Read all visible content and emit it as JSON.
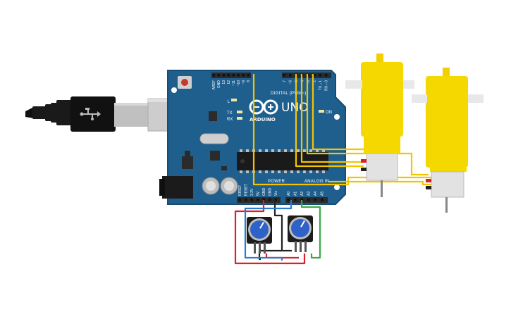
{
  "board": {
    "logo_text": "ARDUINO",
    "model": "UNO",
    "on_label": "ON",
    "l_label": "L",
    "tx_label": "TX",
    "rx_label": "RX",
    "digital_header": "DIGITAL (PWM~)",
    "power_header": "POWER",
    "analog_header": "ANALOG IN",
    "top_pins": [
      "AREF",
      "GND",
      "13",
      "12",
      "~11",
      "~10",
      "~9",
      "8",
      "7",
      "~6",
      "~5",
      "4",
      "~3",
      "2",
      "TX→1",
      "RX←0"
    ],
    "power_pins": [
      "IOREF",
      "RESET",
      "3.3V",
      "5V",
      "GND",
      "GND",
      "Vin"
    ],
    "analog_pins": [
      "A0",
      "A1",
      "A2",
      "A3",
      "A4",
      "A5"
    ]
  },
  "colors": {
    "board": "#1f5f8e",
    "board_edge": "#174d75",
    "header": "#2b2b2b",
    "motor_yellow": "#f5d800",
    "wire_yellow": "#f4c400",
    "wire_red": "#d9202b",
    "wire_black": "#222222",
    "wire_blue": "#2b7bd0",
    "wire_green": "#3aa845",
    "pot_blue": "#2f62c8",
    "usb_silver": "#c8c8c8"
  },
  "components": {
    "motor_1": "dc-motor",
    "motor_2": "dc-motor",
    "pot_1": "potentiometer",
    "pot_2": "potentiometer",
    "usb": "usb-cable"
  }
}
